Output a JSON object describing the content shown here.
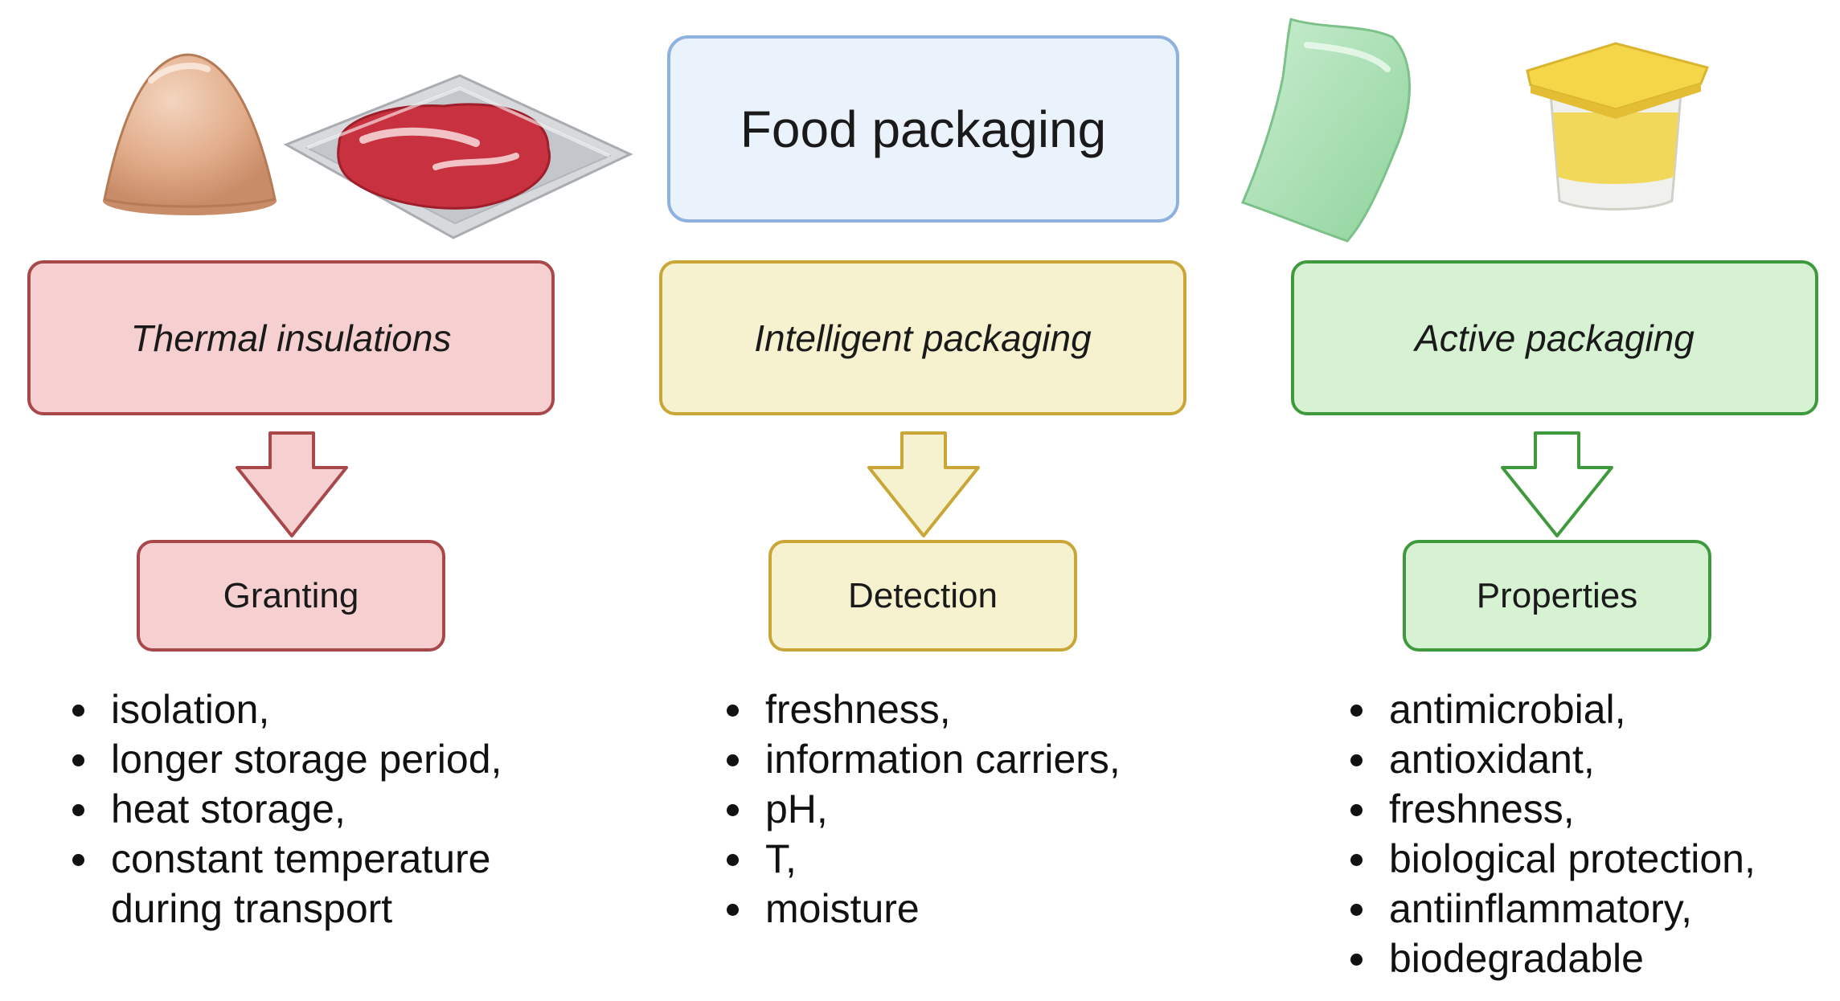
{
  "title": "Food packaging",
  "categories": {
    "thermal": {
      "label": "Thermal insulations",
      "result": "Granting",
      "items": [
        "isolation,",
        "longer storage period,",
        "heat storage,",
        "constant temperature during transport"
      ]
    },
    "intelligent": {
      "label": "Intelligent packaging",
      "result": "Detection",
      "items": [
        "freshness,",
        "information carriers,",
        "pH,",
        "T,",
        "moisture"
      ]
    },
    "active": {
      "label": "Active packaging",
      "result": "Properties",
      "items": [
        "antimicrobial,",
        "antioxidant,",
        "freshness,",
        "biological protection,",
        "antiinflammatory,",
        "biodegradable"
      ]
    }
  },
  "colors": {
    "title_fill": "#eaf2fc",
    "title_border": "#8fb1e0",
    "red_fill": "#f6d0d0",
    "red_border": "#a9484a",
    "yellow_fill": "#f6f1cf",
    "yellow_border": "#c9a636",
    "green_fill": "#d6f2d3",
    "green_border": "#3f9a3e"
  },
  "illustrations": [
    "dome-lid-icon",
    "meat-tray-icon",
    "plastic-pouch-icon",
    "yogurt-cup-icon"
  ]
}
